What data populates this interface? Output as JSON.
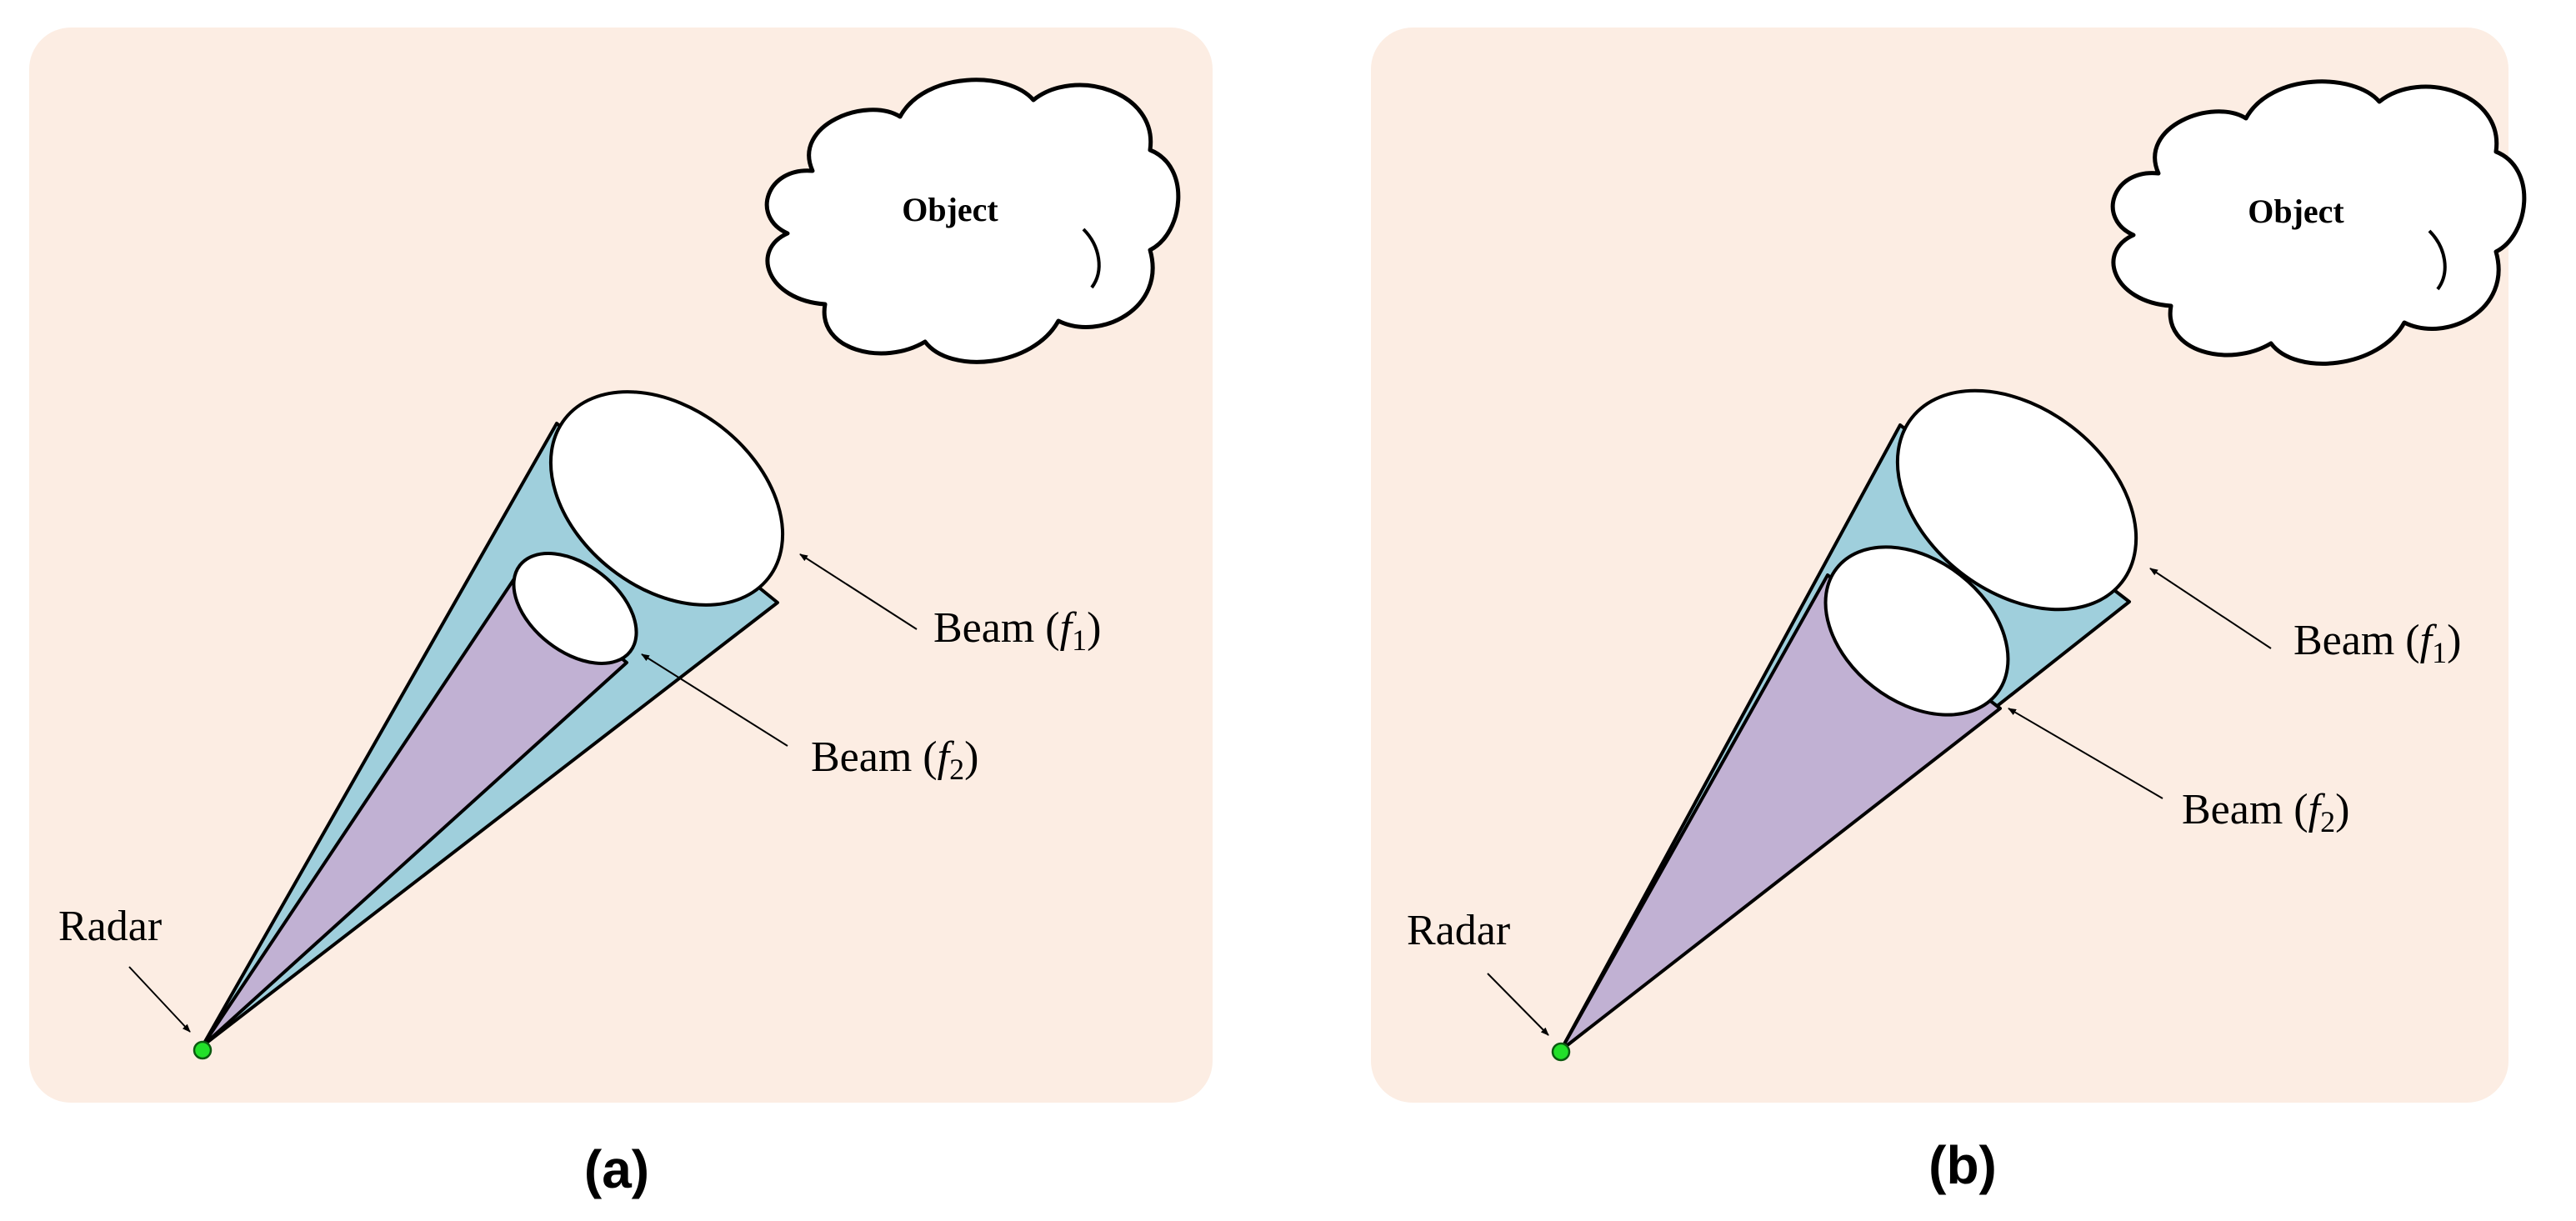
{
  "panels": [
    {
      "caption": "(a)",
      "object_label": "Object",
      "radar_label": "Radar",
      "beam1": {
        "prefix": "Beam (",
        "var": "f",
        "sub": "1",
        "suffix": ")"
      },
      "beam2": {
        "prefix": "Beam (",
        "var": "f",
        "sub": "2",
        "suffix": ")"
      }
    },
    {
      "caption": "(b)",
      "object_label": "Object",
      "radar_label": "Radar",
      "beam1": {
        "prefix": "Beam (",
        "var": "f",
        "sub": "1",
        "suffix": ")"
      },
      "beam2": {
        "prefix": "Beam (",
        "var": "f",
        "sub": "2",
        "suffix": ")"
      }
    }
  ],
  "colors": {
    "panel_background": "#fcede3",
    "beam_f1_fill": "#9fcfdc",
    "beam_f2_fill": "#c1b1d3",
    "radar_marker": "#22e02a"
  }
}
